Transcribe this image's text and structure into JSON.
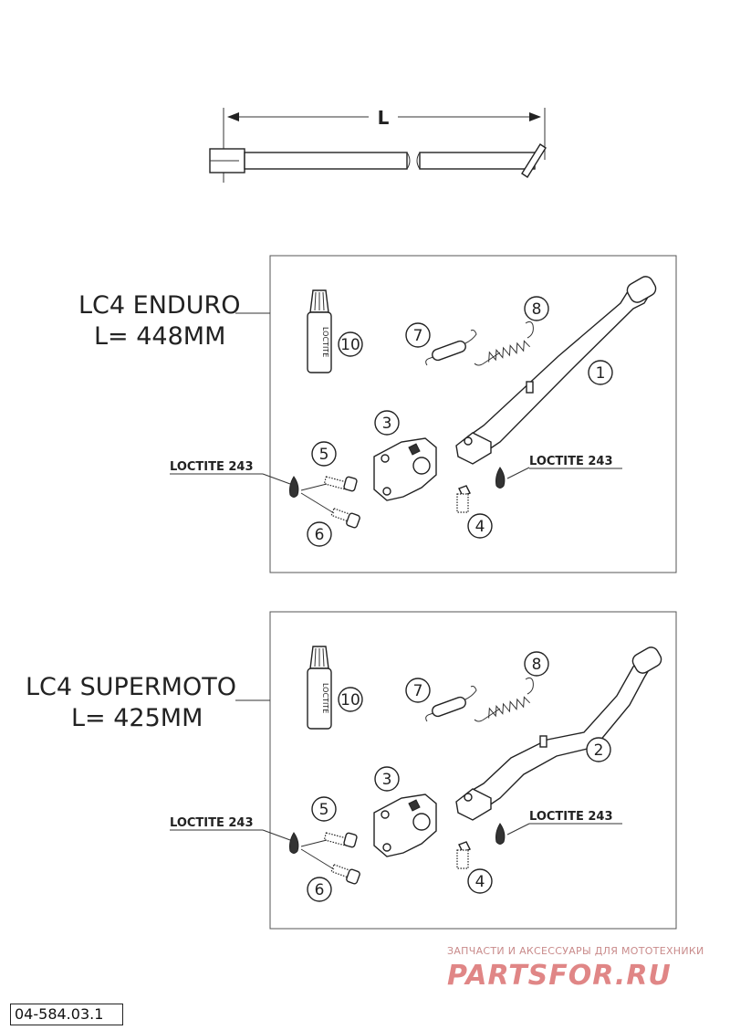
{
  "dimension": {
    "label": "L"
  },
  "panels": [
    {
      "title": "LC4 ENDURO",
      "length_label": "L= 448MM",
      "parts": {
        "stand": "1",
        "bracket": "3",
        "pin": "4",
        "screw_a": "5",
        "screw_b": "6",
        "spring_short": "7",
        "spring_long": "8",
        "loctite_bottle": "10"
      },
      "adhesive_left": "LOCTITE 243",
      "adhesive_right": "LOCTITE 243"
    },
    {
      "title": "LC4 SUPERMOTO",
      "length_label": "L= 425MM",
      "parts": {
        "stand": "2",
        "bracket": "3",
        "pin": "4",
        "screw_a": "5",
        "screw_b": "6",
        "spring_short": "7",
        "spring_long": "8",
        "loctite_bottle": "10"
      },
      "adhesive_left": "LOCTITE 243",
      "adhesive_right": "LOCTITE 243"
    }
  ],
  "bottle_text": "LOCTITE",
  "watermark": {
    "tagline": "ЗАПЧАСТИ И АКСЕССУАРЫ ДЛЯ МОТОТЕХНИКИ",
    "brand": "PARTSFOR.RU"
  },
  "drawing_code": "04-584.03.1",
  "colors": {
    "line": "#222222",
    "watermark": "#e08686"
  }
}
